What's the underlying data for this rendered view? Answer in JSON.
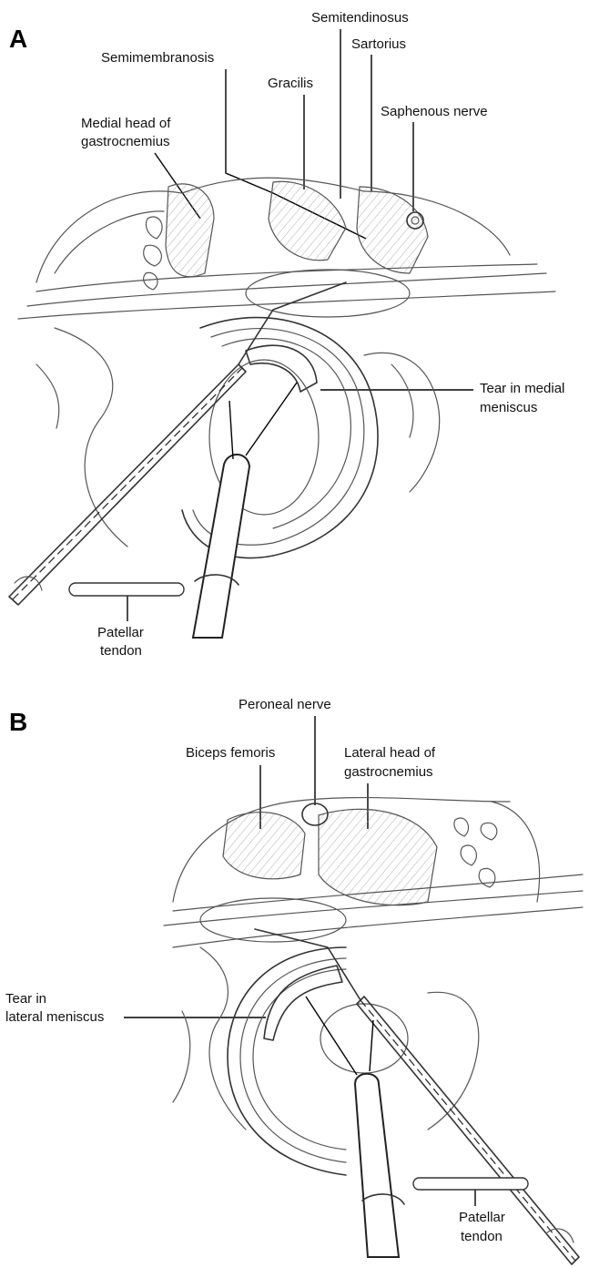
{
  "panels": [
    {
      "letter": "A",
      "labels": {
        "semitendinosus": "Semitendinosus",
        "sartorius": "Sartorius",
        "semimembranosis": "Semimembranosis",
        "gracilis": "Gracilis",
        "saphenous": "Saphenous nerve",
        "medial_head_1": "Medial head of",
        "medial_head_2": "gastrocnemius",
        "tear_1": "Tear in medial",
        "tear_2": "meniscus",
        "patellar_1": "Patellar",
        "patellar_2": "tendon"
      }
    },
    {
      "letter": "B",
      "labels": {
        "peroneal": "Peroneal nerve",
        "biceps": "Biceps femoris",
        "lateral_head_1": "Lateral head of",
        "lateral_head_2": "gastrocnemius",
        "tear_1": "Tear in",
        "tear_2": "lateral meniscus",
        "patellar_1": "Patellar",
        "patellar_2": "tendon"
      }
    }
  ]
}
